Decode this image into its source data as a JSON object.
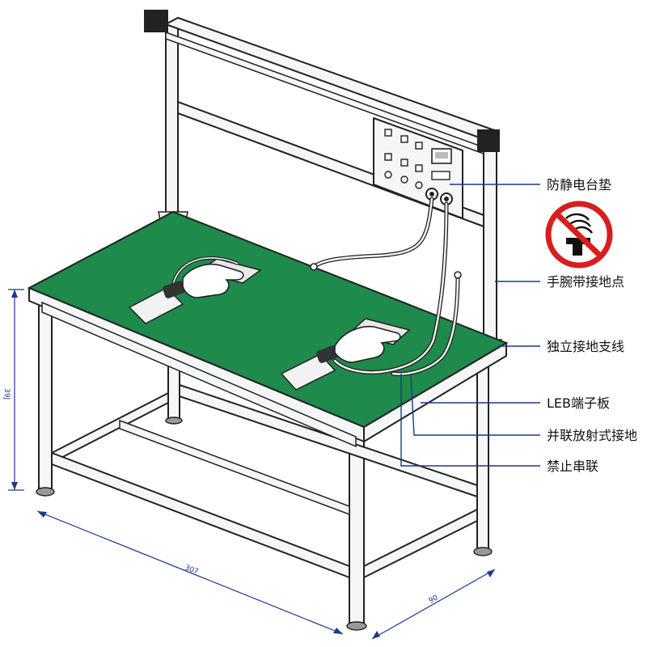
{
  "labels": {
    "mat": "防静电台垫",
    "wrist_point": "手腕带接地点",
    "independent_line": "独立接地支线",
    "terminal_board": "LEB端子板",
    "parallel_ground": "并联放射式接地",
    "no_series": "禁止串联"
  },
  "dimensions": {
    "height": "39J",
    "length": "307",
    "depth": "90"
  },
  "colors": {
    "mat": "#1e8a4c",
    "frame": "#f4f6f8",
    "outline": "#222222",
    "leader": "#1a3a8a",
    "prohibit": "#d81e1e"
  },
  "icons": {
    "prohibition_sign": "no-series-prohibition-icon"
  }
}
